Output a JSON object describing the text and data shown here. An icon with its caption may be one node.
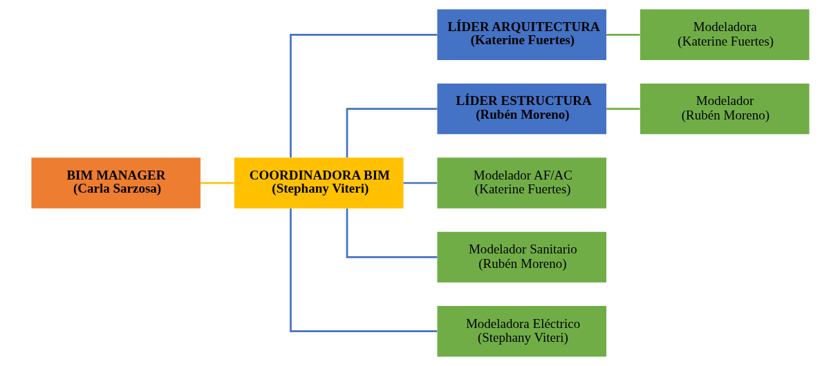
{
  "diagram": {
    "nodes": [
      {
        "text": [
          "BIM MANAGER",
          "(Carla Sarzosa)"
        ]
      },
      {
        "text": [
          "COORDINADORA BIM",
          "(Stephany Viteri)"
        ]
      },
      {
        "text": [
          "LÍDER ARQUITECTURA",
          "(Katerine Fuertes)"
        ]
      },
      {
        "text": [
          "Modeladora",
          "(Katerine Fuertes)"
        ]
      },
      {
        "text": [
          "LÍDER ESTRUCTURA",
          "(Rubén Moreno)"
        ]
      },
      {
        "text": [
          "Modelador",
          "(Rubén Moreno)"
        ]
      },
      {
        "text": [
          "Modelador AF/AC",
          "(Katerine Fuertes)"
        ]
      },
      {
        "text": [
          "Modelador Sanitario",
          "(Rubén Moreno)"
        ]
      },
      {
        "text": [
          "Modeladora Eléctrico",
          "(Stephany Viteri)"
        ]
      }
    ],
    "edges": [
      {
        "from": 0,
        "to": 1,
        "arrow": "none",
        "color": "#ffc000"
      },
      {
        "from": 1,
        "to": 2,
        "arrow": "none"
      },
      {
        "from": 1,
        "to": 4,
        "arrow": "none"
      },
      {
        "from": 1,
        "to": 6,
        "arrow": "none"
      },
      {
        "from": 1,
        "to": 7,
        "arrow": "none"
      },
      {
        "from": 1,
        "to": 8,
        "arrow": "none"
      },
      {
        "from": 2,
        "to": 3,
        "arrow": "none",
        "color": "#70ad47"
      },
      {
        "from": 4,
        "to": 5,
        "arrow": "none",
        "color": "#70ad47"
      }
    ]
  }
}
